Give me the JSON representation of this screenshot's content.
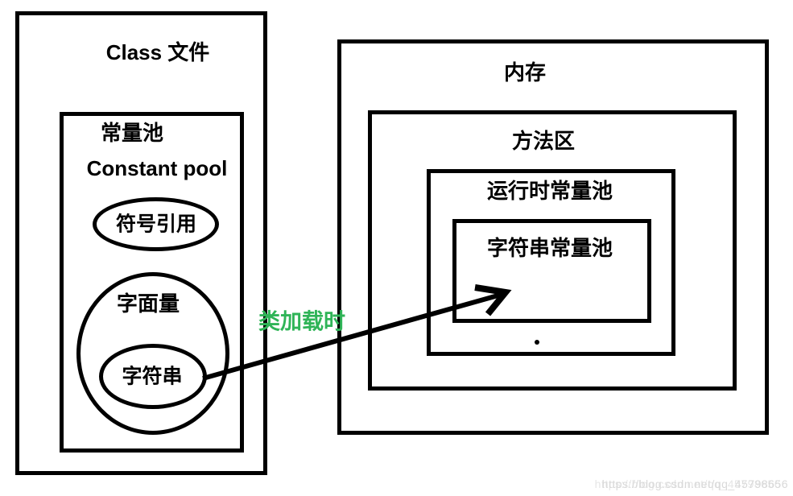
{
  "class_file": {
    "title": "Class 文件"
  },
  "constant_pool": {
    "title_cn": "常量池",
    "title_en": "Constant pool"
  },
  "nodes": {
    "symbolic_reference": "符号引用",
    "literal": "字面量",
    "string": "字符串"
  },
  "memory": {
    "title": "内存"
  },
  "method_area": {
    "title": "方法区"
  },
  "runtime_constant_pool": {
    "title": "运行时常量池"
  },
  "string_constant_pool": {
    "title": "字符串常量池"
  },
  "arrow": {
    "label": "类加载时",
    "label_color": "#2fb457",
    "line_color": "#000000"
  },
  "watermark": {
    "text": "https://blog.csdn.net/qq_45798656",
    "color": "#d9d9d9"
  }
}
